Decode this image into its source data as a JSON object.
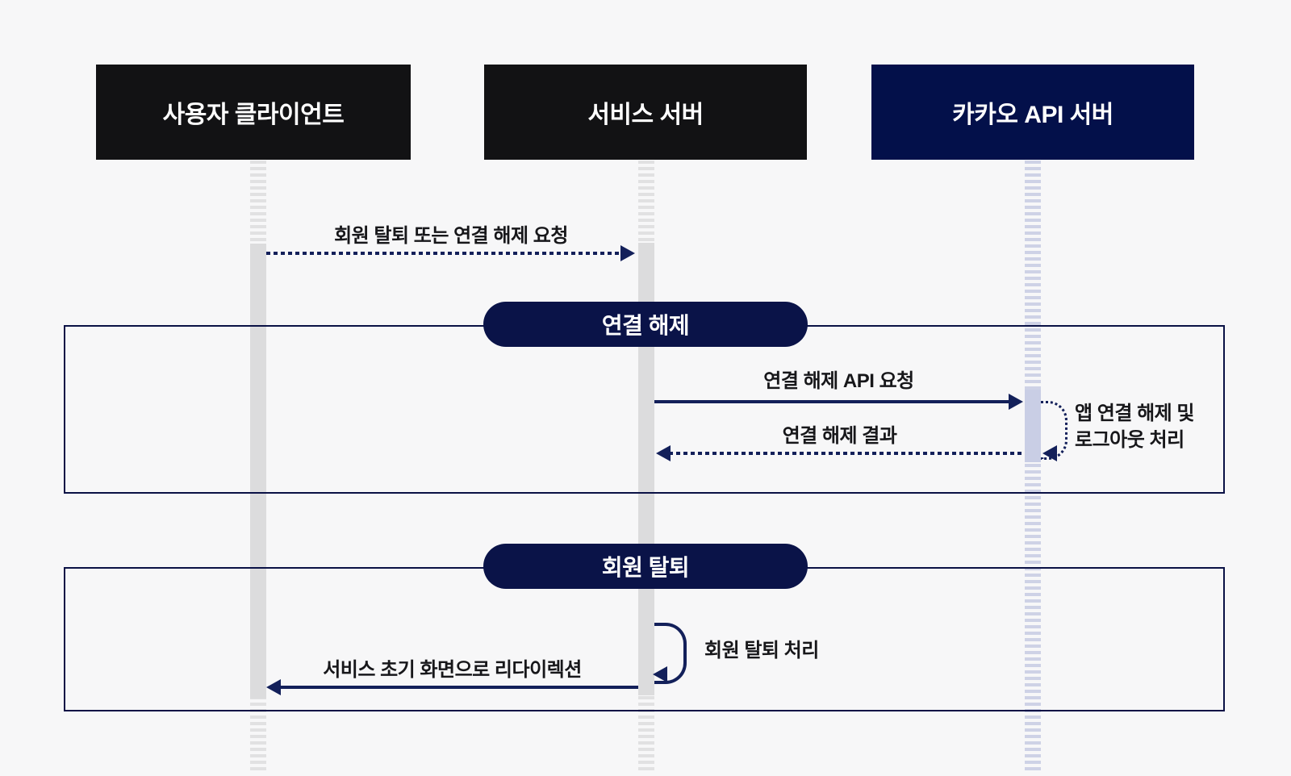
{
  "diagram": {
    "type": "sequence-diagram",
    "actors": [
      {
        "id": "user-client",
        "label": "사용자 클라이언트"
      },
      {
        "id": "service-server",
        "label": "서비스 서버"
      },
      {
        "id": "kakao-api-server",
        "label": "카카오 API 서버"
      }
    ],
    "groups": [
      {
        "id": "unlink",
        "label": "연결 해제"
      },
      {
        "id": "withdraw",
        "label": "회원 탈퇴"
      }
    ],
    "messages": [
      {
        "from": "사용자 클라이언트",
        "to": "서비스 서버",
        "label": "회원 탈퇴 또는 연결 해제 요청",
        "line_style": "dotted",
        "direction": "right"
      },
      {
        "from": "서비스 서버",
        "to": "카카오 API 서버",
        "label": "연결 해제 API 요청",
        "line_style": "solid",
        "direction": "right",
        "group": "연결 해제"
      },
      {
        "from": "카카오 API 서버",
        "to": "카카오 API 서버",
        "label": "앱 연결 해제 및 로그아웃 처리",
        "lines": [
          "앱 연결 해제 및",
          "로그아웃 처리"
        ],
        "line_style": "dotted",
        "direction": "self",
        "group": "연결 해제"
      },
      {
        "from": "카카오 API 서버",
        "to": "서비스 서버",
        "label": "연결 해제 결과",
        "line_style": "dotted",
        "direction": "left",
        "group": "연결 해제"
      },
      {
        "from": "서비스 서버",
        "to": "서비스 서버",
        "label": "회원 탈퇴 처리",
        "line_style": "solid",
        "direction": "self",
        "group": "회원 탈퇴"
      },
      {
        "from": "서비스 서버",
        "to": "사용자 클라이언트",
        "label": "서비스 초기 화면으로 리다이렉션",
        "line_style": "solid",
        "direction": "left",
        "group": "회원 탈퇴"
      }
    ],
    "colors": {
      "background": "#f7f7f8",
      "header_black": "#121214",
      "header_navy": "#03104a",
      "pill_navy": "#0a1348",
      "arrow_navy": "#13205a",
      "frame_border": "#0a1145",
      "lifeline_gray": "#dcdcdd",
      "lifeline_periwinkle": "#ced2e6",
      "label_text": "#17171a"
    }
  }
}
